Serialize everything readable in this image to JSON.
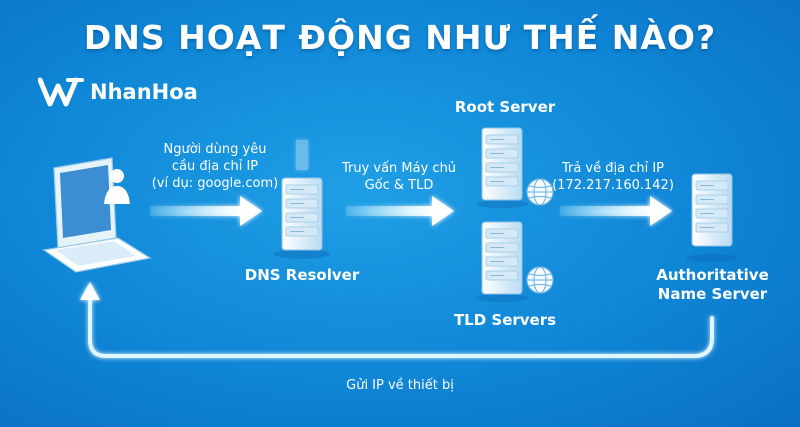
{
  "title": "DNS HOẠT ĐỘNG NHƯ THẾ NÀO?",
  "brand": {
    "name": "NhanHoa"
  },
  "nodes": {
    "resolver": "DNS Resolver",
    "root": "Root Server",
    "tld": "TLD Servers",
    "authoritative_line1": "Authoritative",
    "authoritative_line2": "Name Server"
  },
  "steps": {
    "step1_line1": "Người dùng yêu",
    "step1_line2": "cầu địa chỉ IP",
    "step1_line3": "(ví dụ: google.com)",
    "step2_line1": "Truy vấn Máy chủ",
    "step2_line2": "Gốc & TLD",
    "step3_line1": "Trả về địa chỉ IP",
    "step3_line2": "(172.217.160.142)",
    "return": "Gửi IP về thiết bị"
  },
  "colors": {
    "background": "#1390de",
    "arrow": "#bfefff",
    "server": "#e6f3fb",
    "text": "#ffffff"
  },
  "icons": [
    "laptop-icon",
    "user-icon",
    "server-icon",
    "globe-icon",
    "brand-logo-icon"
  ]
}
